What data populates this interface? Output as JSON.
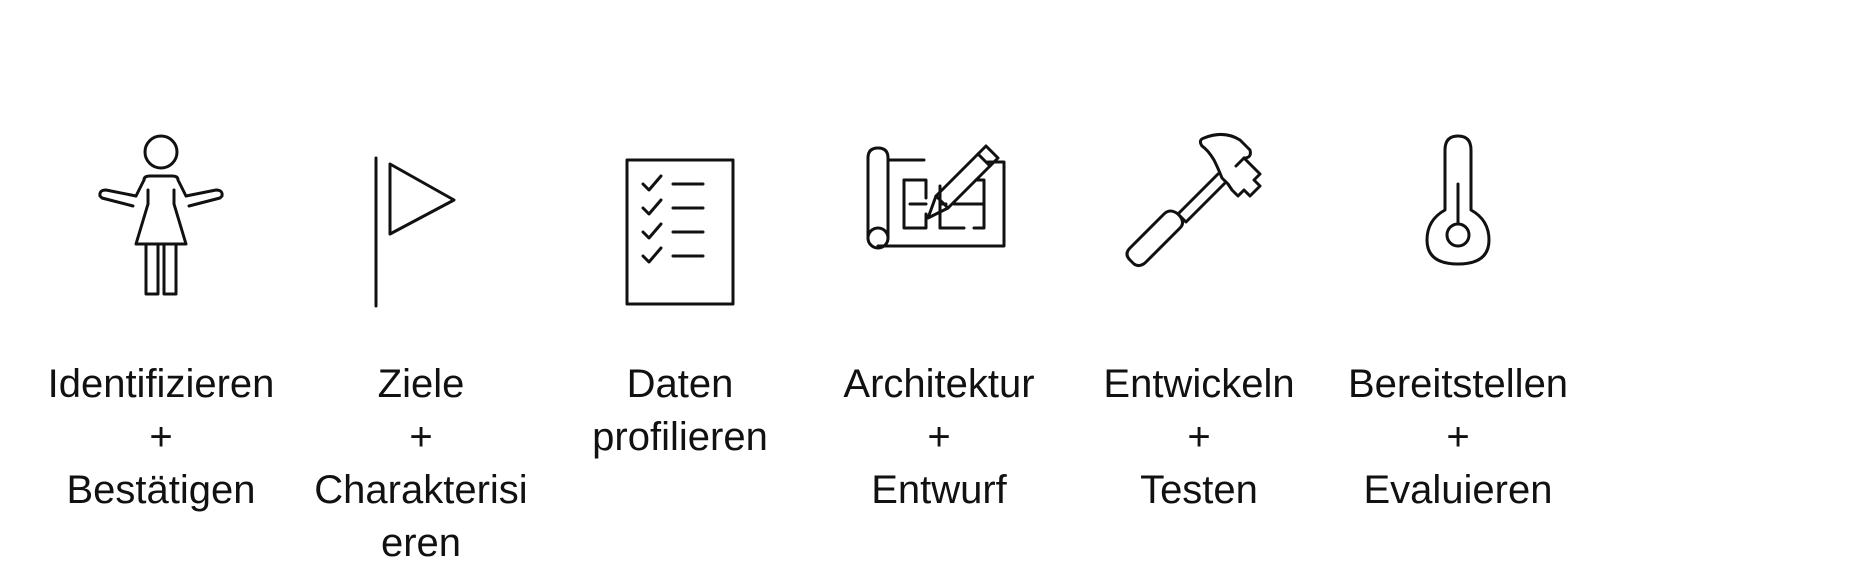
{
  "steps": [
    {
      "icon": "person-icon",
      "lines": [
        "Identifizieren",
        "+",
        "Bestätigen"
      ]
    },
    {
      "icon": "flag-icon",
      "lines": [
        "Ziele",
        "+",
        "Charakterisi",
        "eren"
      ]
    },
    {
      "icon": "checklist-icon",
      "lines": [
        "Daten",
        "profilieren"
      ]
    },
    {
      "icon": "blueprint-pencil-icon",
      "lines": [
        "Architektur",
        "+",
        "Entwurf"
      ]
    },
    {
      "icon": "hammer-icon",
      "lines": [
        "Entwickeln",
        "+",
        "Testen"
      ]
    },
    {
      "icon": "thermometer-icon",
      "lines": [
        "Bereitstellen",
        "+",
        "Evaluieren"
      ]
    }
  ]
}
